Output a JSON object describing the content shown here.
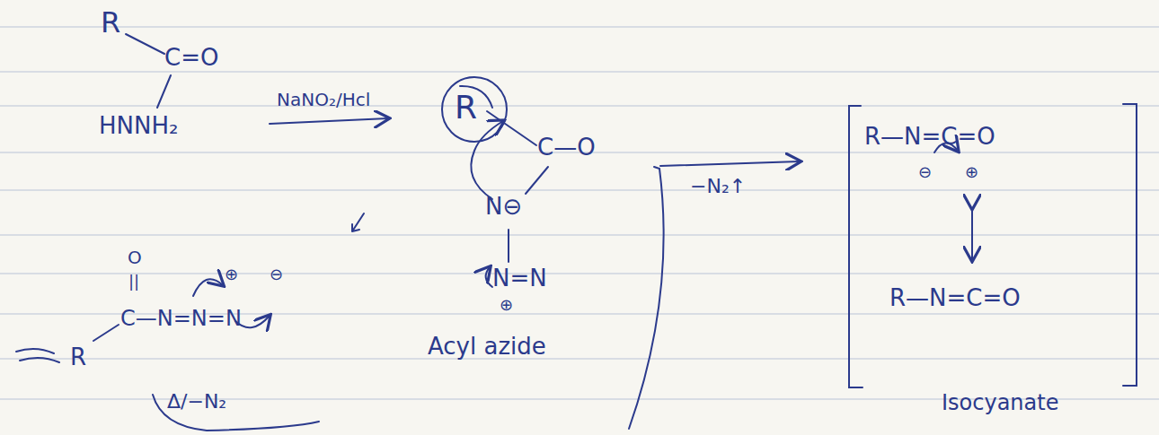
{
  "diagram": {
    "labels": [
      "R",
      "C=O",
      "HNNH₂",
      "NaNO₂/Hcl",
      "R",
      "C—O",
      "N⊖",
      "N=N",
      "⊕",
      "Acyl azide",
      "−N₂↑",
      "R—N=C=O",
      "⊖",
      "⊕",
      "R—N=C=O",
      "Isocyanate",
      "O",
      "||",
      "R",
      "C—N=N=N",
      "⊕",
      "⊖",
      "Δ/−N₂"
    ]
  }
}
